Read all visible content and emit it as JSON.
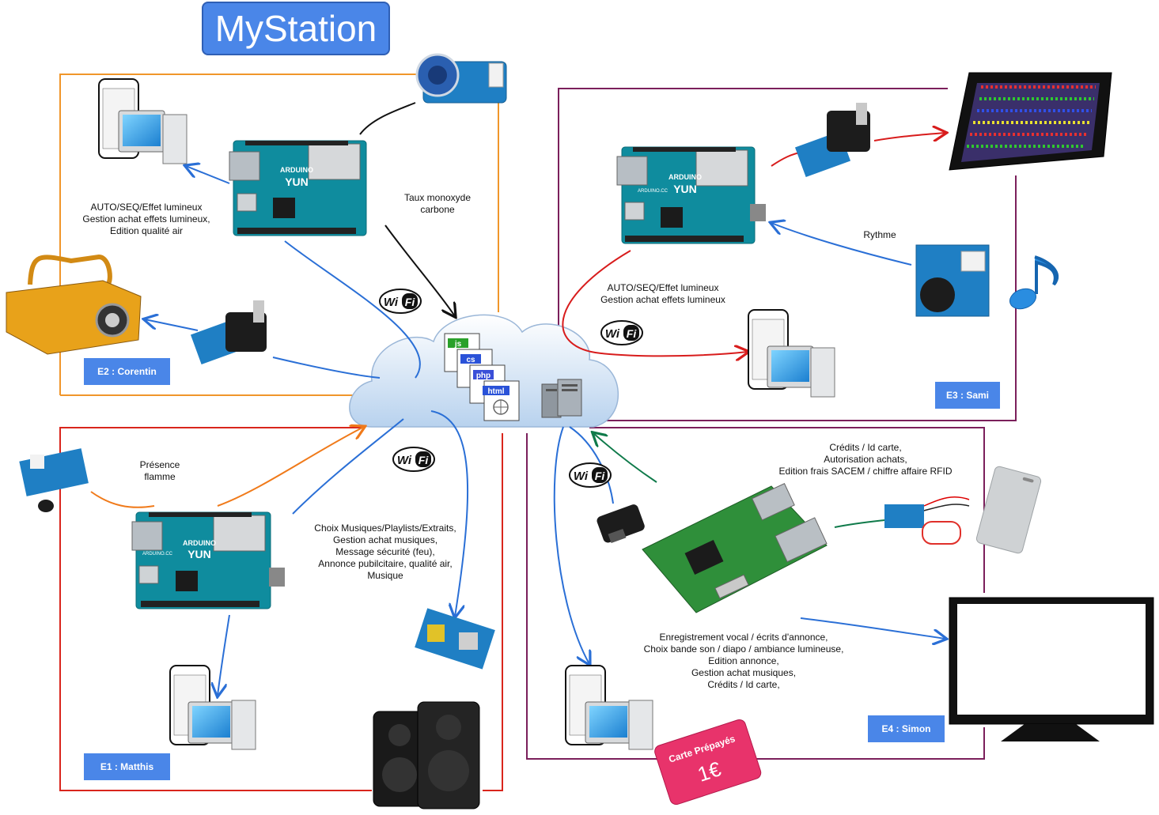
{
  "title": "MyStation",
  "teams": {
    "e1": "E1 : Matthis",
    "e2": "E2 : Corentin",
    "e3": "E3 : Sami",
    "e4": "E4 : Simon"
  },
  "boards": {
    "arduino_brand": "ARDUINO",
    "arduino_model": "YUN",
    "arduino_cc": "ARDUINO.CC"
  },
  "cloud": {
    "files": [
      "js",
      "cs",
      "php",
      "html"
    ]
  },
  "wifi": {
    "wi": "Wi",
    "fi": "Fi"
  },
  "card": {
    "text": "Carte Prépayés",
    "price": "1€"
  },
  "labels": {
    "monoxyde": [
      "Taux monoxyde",
      "carbone"
    ],
    "e2_functions": [
      "AUTO/SEQ/Effet lumineux",
      "Gestion achat effets lumineux,",
      "Edition qualité air"
    ],
    "e3_functions": [
      "AUTO/SEQ/Effet lumineux",
      "Gestion achat effets lumineux"
    ],
    "rythme": [
      "Rythme"
    ],
    "presence": [
      "Présence",
      "flamme"
    ],
    "e1_functions": [
      "Choix Musiques/Playlists/Extraits,",
      "Gestion achat musiques,",
      "Message sécurité (feu),",
      "Annonce pubilcitaire, qualité air,",
      "Musique"
    ],
    "e4_rfid": [
      "Crédits / Id carte,",
      "Autorisation achats,",
      "Edition frais SACEM /  chiffre affaire  RFID"
    ],
    "e4_functions": [
      "Enregistrement vocal / écrits d'annonce,",
      "Choix bande son / diapo / ambiance lumineuse,",
      "Edition annonce,",
      "Gestion achat musiques,",
      "Crédits / Id carte,"
    ]
  },
  "colors": {
    "e2_border": "#f0962a",
    "e1_border": "#d9251c",
    "e3_border": "#7b1f5b",
    "e4_border": "#7b1f5b",
    "team_box": "#4a86e8",
    "link_blue": "#2a6fd6",
    "link_orange": "#f07a1a",
    "link_red": "#d81c1c",
    "link_green": "#0f7a4a",
    "link_black": "#111111"
  }
}
